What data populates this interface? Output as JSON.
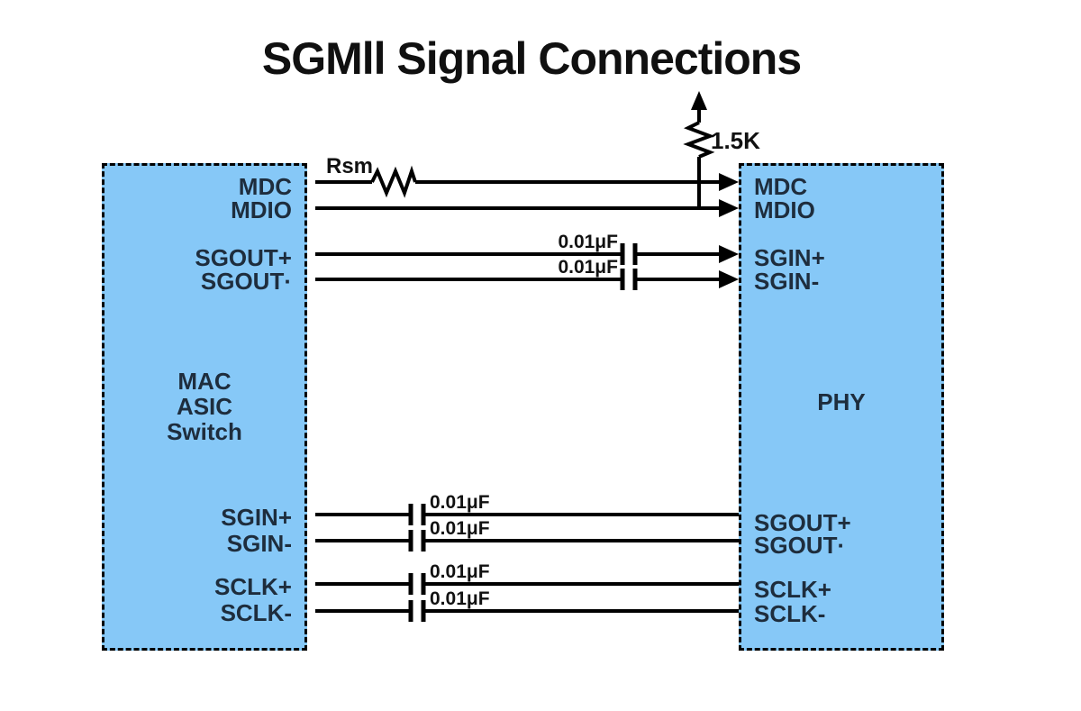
{
  "title": "SGMll Signal Connections",
  "left_box": {
    "name_lines": [
      "MAC",
      "ASIC",
      "Switch"
    ],
    "pins": [
      {
        "label": "MDC"
      },
      {
        "label": "MDIO"
      },
      {
        "label": "SGOUT+"
      },
      {
        "label": "SGOUT·"
      },
      {
        "label": "SGIN+"
      },
      {
        "label": "SGIN-"
      },
      {
        "label": "SCLK+"
      },
      {
        "label": "SCLK-"
      }
    ]
  },
  "right_box": {
    "name": "PHY",
    "pins": [
      {
        "label": "MDC"
      },
      {
        "label": "MDIO"
      },
      {
        "label": "SGIN+"
      },
      {
        "label": "SGIN-"
      },
      {
        "label": "SGOUT+"
      },
      {
        "label": "SGOUT·"
      },
      {
        "label": "SCLK+"
      },
      {
        "label": "SCLK-"
      }
    ]
  },
  "components": {
    "series_resistor_label": "Rsm",
    "pullup_resistor_label": "1.5K",
    "capacitor_labels": [
      "0.01μF",
      "0.01μF",
      "0.01μF",
      "0.01μF",
      "0.01μF",
      "0.01μF"
    ]
  },
  "colors": {
    "box_fill": "#86C8F7",
    "box_border": "#000000",
    "wire": "#000000",
    "pin_text": "#1E2D3D",
    "component_text": "#111111",
    "title_text": "#101010"
  }
}
